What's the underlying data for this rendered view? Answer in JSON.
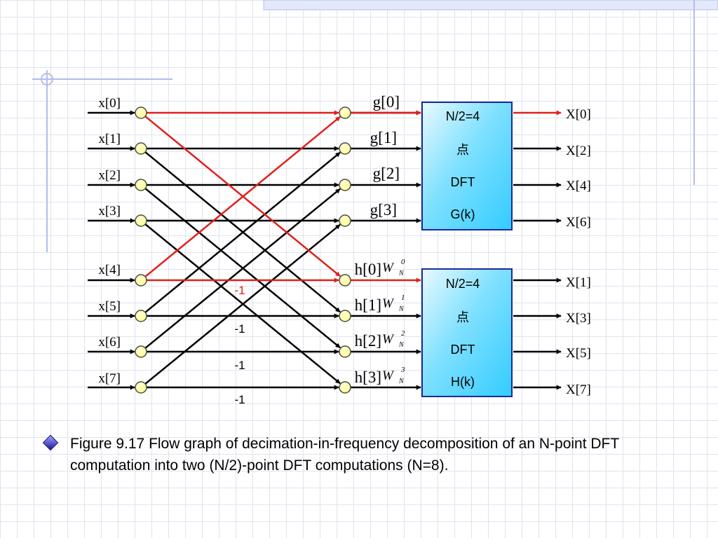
{
  "inputs": [
    "x[0]",
    "x[1]",
    "x[2]",
    "x[3]",
    "x[4]",
    "x[5]",
    "x[6]",
    "x[7]"
  ],
  "g_labels": [
    "g[0]",
    "g[1]",
    "g[2]",
    "g[3]"
  ],
  "h_labels": [
    "h[0]",
    "h[1]",
    "h[2]",
    "h[3]"
  ],
  "twiddles": [
    {
      "base": "W",
      "sub": "N",
      "sup": "0"
    },
    {
      "base": "W",
      "sub": "N",
      "sup": "1"
    },
    {
      "base": "W",
      "sub": "N",
      "sup": "2"
    },
    {
      "base": "W",
      "sub": "N",
      "sup": "3"
    }
  ],
  "minus_labels": [
    "-1",
    "-1",
    "-1",
    "-1"
  ],
  "dft_top": {
    "lines": [
      "N/2=4",
      "点",
      "DFT",
      "G(k)"
    ]
  },
  "dft_bottom": {
    "lines": [
      "N/2=4",
      "点",
      "DFT",
      "H(k)"
    ]
  },
  "outputs_top": [
    "X[0]",
    "X[2]",
    "X[4]",
    "X[6]"
  ],
  "outputs_bottom": [
    "X[1]",
    "X[3]",
    "X[5]",
    "X[7]"
  ],
  "caption": "Figure 9.17 Flow graph of decimation-in-frequency decomposition of an N-point DFT computation into two (N/2)-point DFT computations (N=8).",
  "colors": {
    "highlight": "#e0201c",
    "node_fill": "#ffff99",
    "box_fill": "#33ccff",
    "deco_line": "#b3bcef"
  }
}
